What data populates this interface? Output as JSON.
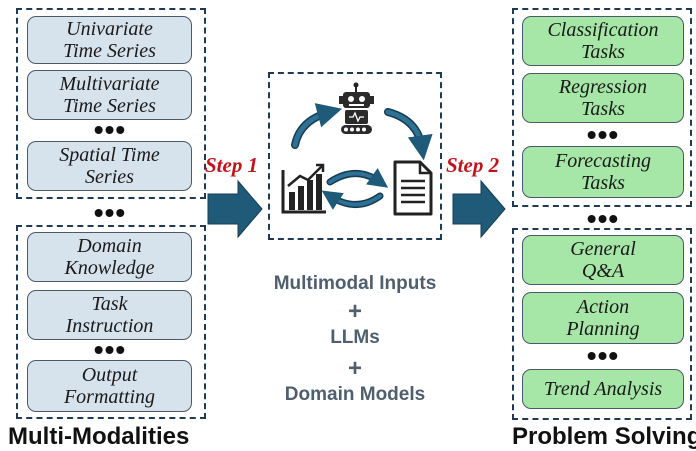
{
  "left": {
    "group1": [
      "Univariate\nTime Series",
      "Multivariate\nTime Series",
      "Spatial Time\nSeries"
    ],
    "group2": [
      "Domain\nKnowledge",
      "Task\nInstruction",
      "Output\nFormatting"
    ],
    "caption": "Multi-Modalities"
  },
  "steps": {
    "step1": "Step 1",
    "step2": "Step 2"
  },
  "middle": {
    "line1": "Multimodal Inputs",
    "plus1": "+",
    "line2": "LLMs",
    "plus2": "+",
    "line3": "Domain Models"
  },
  "right": {
    "group1": [
      "Classification\nTasks",
      "Regression\nTasks",
      "Forecasting\nTasks"
    ],
    "group2": [
      "General\nQ&A",
      "Action\nPlanning",
      "Trend Analysis"
    ],
    "caption": "Problem Solving"
  },
  "dots": "•••",
  "icons": [
    "robot-icon",
    "bar-chart-icon",
    "document-icon",
    "cycle-arrows-icon"
  ],
  "colors": {
    "blue_box": "#d6e2ec",
    "green_box": "#a6e6a6",
    "arrow": "#1f5a78",
    "step_text": "#c0141c",
    "middle_text": "#4f5f6d"
  }
}
